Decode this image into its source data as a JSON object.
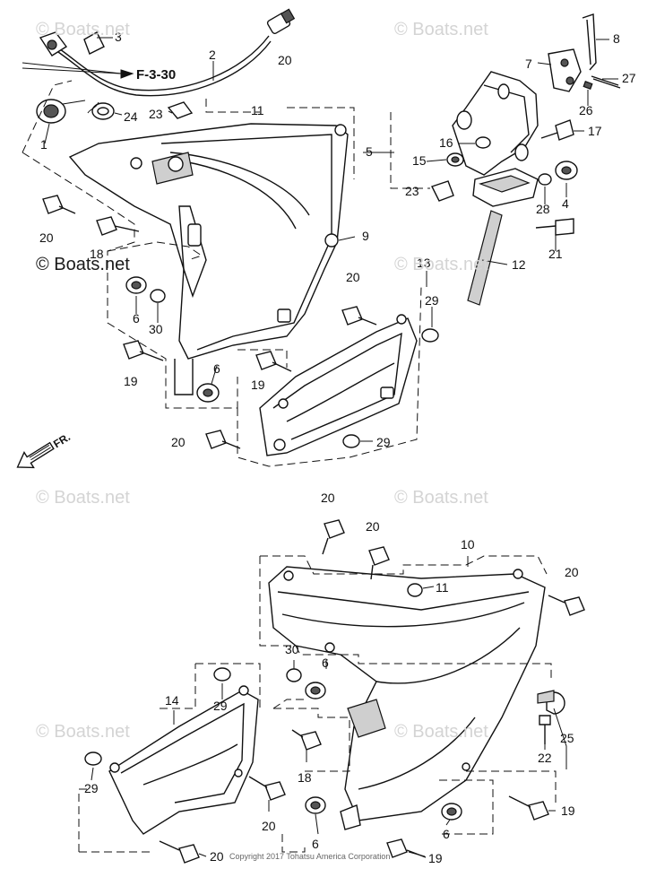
{
  "watermark": {
    "text": "© Boats.net",
    "emphasis_text": "© Boats.net"
  },
  "copyright": "Copyright 2017 Tohatsu America Corporation",
  "reference": "F-3-30",
  "direction_label": "FR.",
  "callouts": [
    "1",
    "2",
    "3",
    "4",
    "5",
    "6",
    "7",
    "8",
    "9",
    "10",
    "11",
    "12",
    "13",
    "14",
    "15",
    "16",
    "17",
    "18",
    "19",
    "20",
    "21",
    "22",
    "23",
    "24",
    "25",
    "26",
    "27",
    "28",
    "29",
    "30"
  ],
  "colors": {
    "line": "#111111",
    "watermark": "#d4d4d4",
    "background": "#ffffff"
  }
}
